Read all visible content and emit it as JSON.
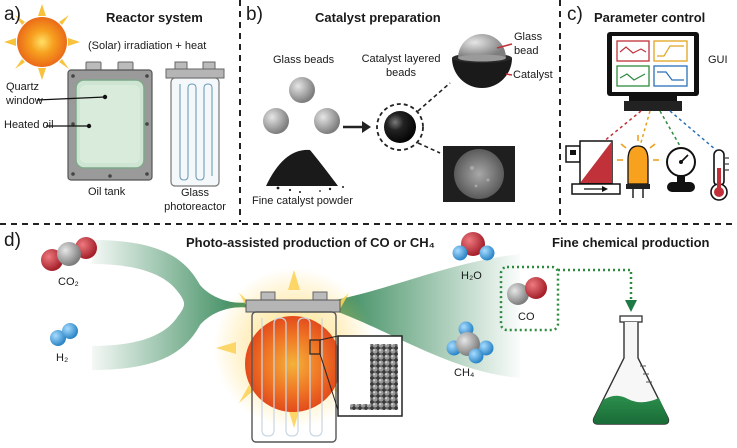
{
  "panels": {
    "a": {
      "label": "a)",
      "title": "Reactor system",
      "irradiation": "(Solar) irradiation + heat",
      "quartz_window": "Quartz window",
      "quartz_window_l1": "Quartz",
      "quartz_window_l2": "window",
      "heated_oil": "Heated oil",
      "oil_tank": "Oil tank",
      "glass_photoreactor": "Glass photoreactor",
      "glass_photoreactor_l1": "Glass",
      "glass_photoreactor_l2": "photoreactor"
    },
    "b": {
      "label": "b)",
      "title": "Catalyst preparation",
      "glass_beads": "Glass beads",
      "catalyst_layered_beads": "Catalyst layered beads",
      "catalyst_layered_beads_l1": "Catalyst layered",
      "catalyst_layered_beads_l2": "beads",
      "glass_bead": "Glass bead",
      "glass_bead_l1": "Glass",
      "glass_bead_l2": "bead",
      "catalyst": "Catalyst",
      "fine_catalyst_powder": "Fine catalyst powder"
    },
    "c": {
      "label": "c)",
      "title": "Parameter control",
      "gui": "GUI"
    },
    "d": {
      "label": "d)",
      "title": "Photo-assisted production of CO or CH₄",
      "fine_chemical_title": "Fine chemical production",
      "co2": "CO₂",
      "h2": "H₂",
      "h2o": "H₂O",
      "ch4": "CH₄",
      "co": "CO"
    }
  },
  "colors": {
    "green_dark": "#1e7a45",
    "green_dotted": "#2e8b3e",
    "sun_core": "#f07a1e",
    "sun_glow": "#ffd24a",
    "molecule_red": "#c0313a",
    "molecule_grey": "#9a9a9a",
    "molecule_blue": "#3a9ad9",
    "divider": "#222222"
  }
}
